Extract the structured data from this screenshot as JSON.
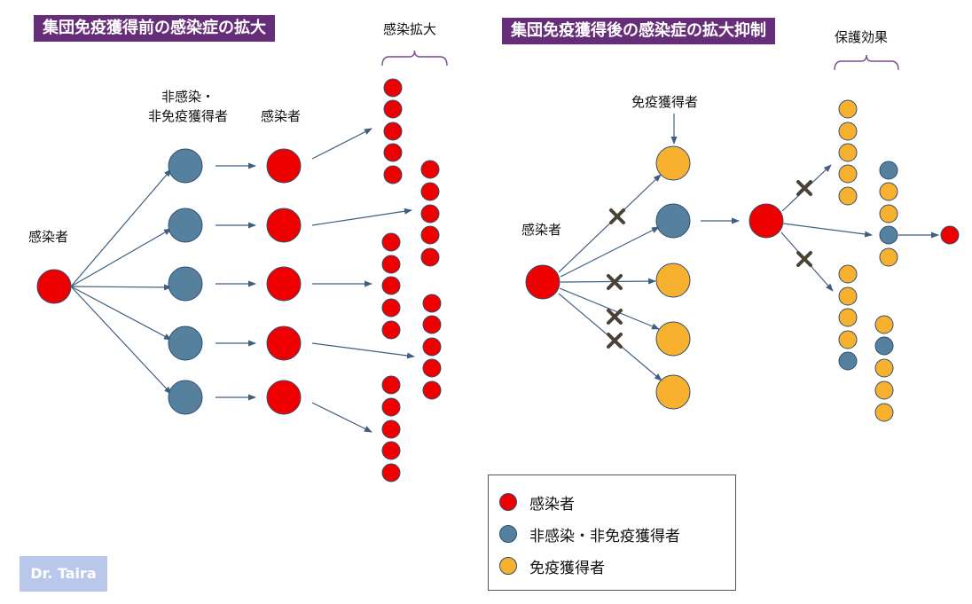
{
  "colors": {
    "infected": "#ee0000",
    "susceptible": "#55819f",
    "immune": "#f7b12e",
    "title_bg": "#662d78",
    "arrow": "#3e5f82",
    "bracket": "#7c4b8e",
    "cross": "#4a4236"
  },
  "left_panel": {
    "title": "集団免疫獲得前の感染症の拡大",
    "label_spread": "感染拡大",
    "label_susceptible_line1": "非感染・",
    "label_susceptible_line2": "非免疫獲得者",
    "label_infected_column": "感染者",
    "label_source": "感染者"
  },
  "right_panel": {
    "title": "集団免疫獲得後の感染症の拡大抑制",
    "label_protection": "保護効果",
    "label_immune": "免疫獲得者",
    "label_source": "感染者"
  },
  "legend": {
    "items": [
      {
        "label": "感染者",
        "kind": "infected"
      },
      {
        "label": "非感染・非免疫獲得者",
        "kind": "susceptible"
      },
      {
        "label": "免疫獲得者",
        "kind": "immune"
      }
    ]
  },
  "badge": {
    "text": "Dr. Taira"
  }
}
